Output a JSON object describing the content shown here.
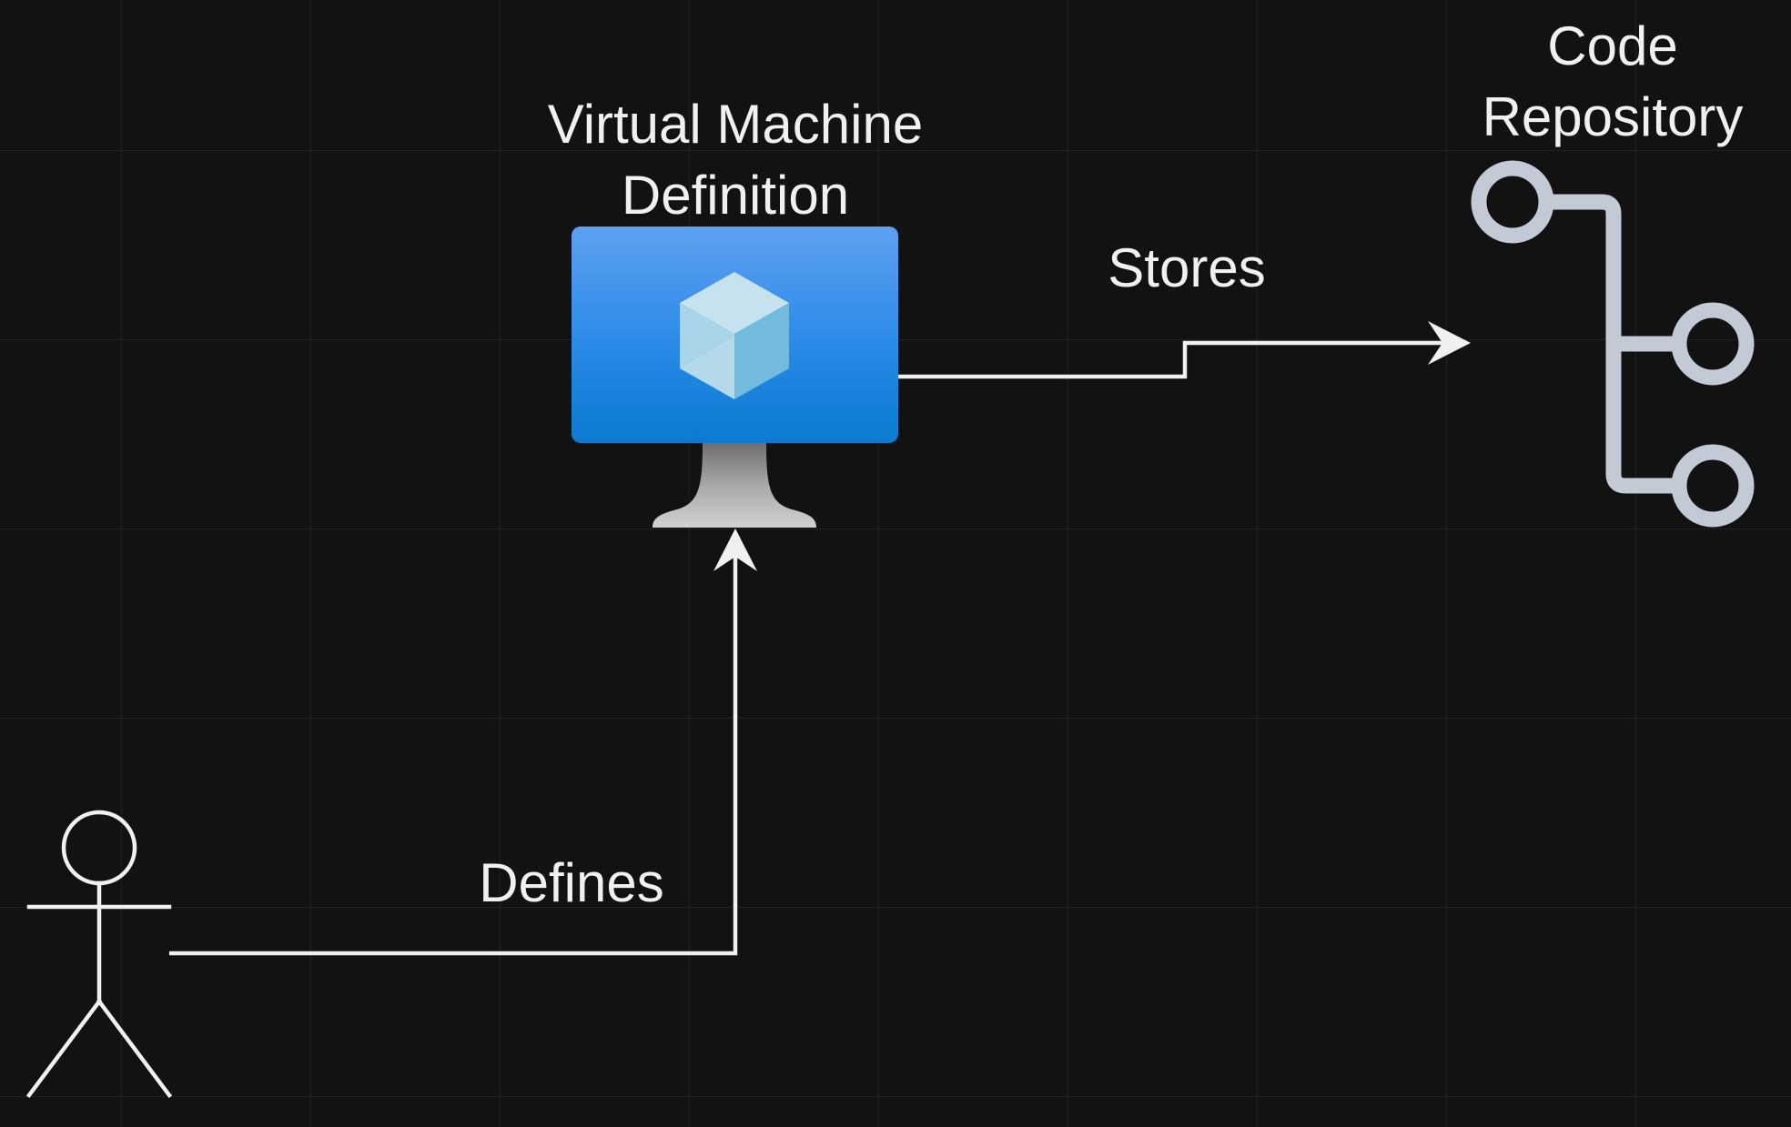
{
  "diagram": {
    "nodes": {
      "actor": {
        "icon": "person-icon"
      },
      "vm": {
        "icon": "virtual-machine-icon",
        "label_lines": [
          "Virtual Machine",
          "Definition"
        ]
      },
      "repo": {
        "icon": "git-branch-icon",
        "label_lines": [
          "Code",
          "Repository"
        ]
      }
    },
    "edges": {
      "defines": {
        "label": "Defines",
        "from": "actor",
        "to": "vm"
      },
      "stores": {
        "label": "Stores",
        "from": "vm",
        "to": "repo"
      }
    },
    "colors": {
      "background": "#121212",
      "grid": "#242424",
      "line": "#f0f0f0",
      "vm_screen_top": "#5ea0f0",
      "vm_screen_bottom": "#0a7ad0",
      "vm_stand": "#a8a8a8",
      "repo_icon": "#c3cad6"
    }
  }
}
